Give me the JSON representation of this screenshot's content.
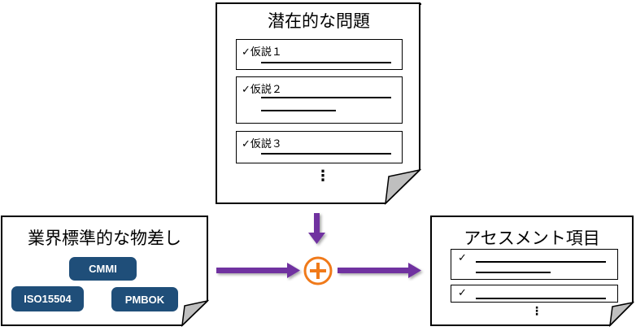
{
  "top_doc": {
    "title": "潜在的な問題",
    "items": [
      {
        "label": "✓仮説１"
      },
      {
        "label": "✓仮説２"
      },
      {
        "label": "✓仮説３"
      }
    ],
    "more": "⋮"
  },
  "left_doc": {
    "title": "業界標準的な物差し",
    "badges": [
      "CMMI",
      "ISO15504",
      "PMBOK"
    ]
  },
  "right_doc": {
    "title": "アセスメント項目",
    "items": [
      {
        "label": "✓"
      },
      {
        "label": "✓"
      }
    ],
    "more": "⋮"
  },
  "colors": {
    "arrow": "#7030a0",
    "plus_circle": "#f07a1a",
    "badge": "#1f4e79"
  }
}
